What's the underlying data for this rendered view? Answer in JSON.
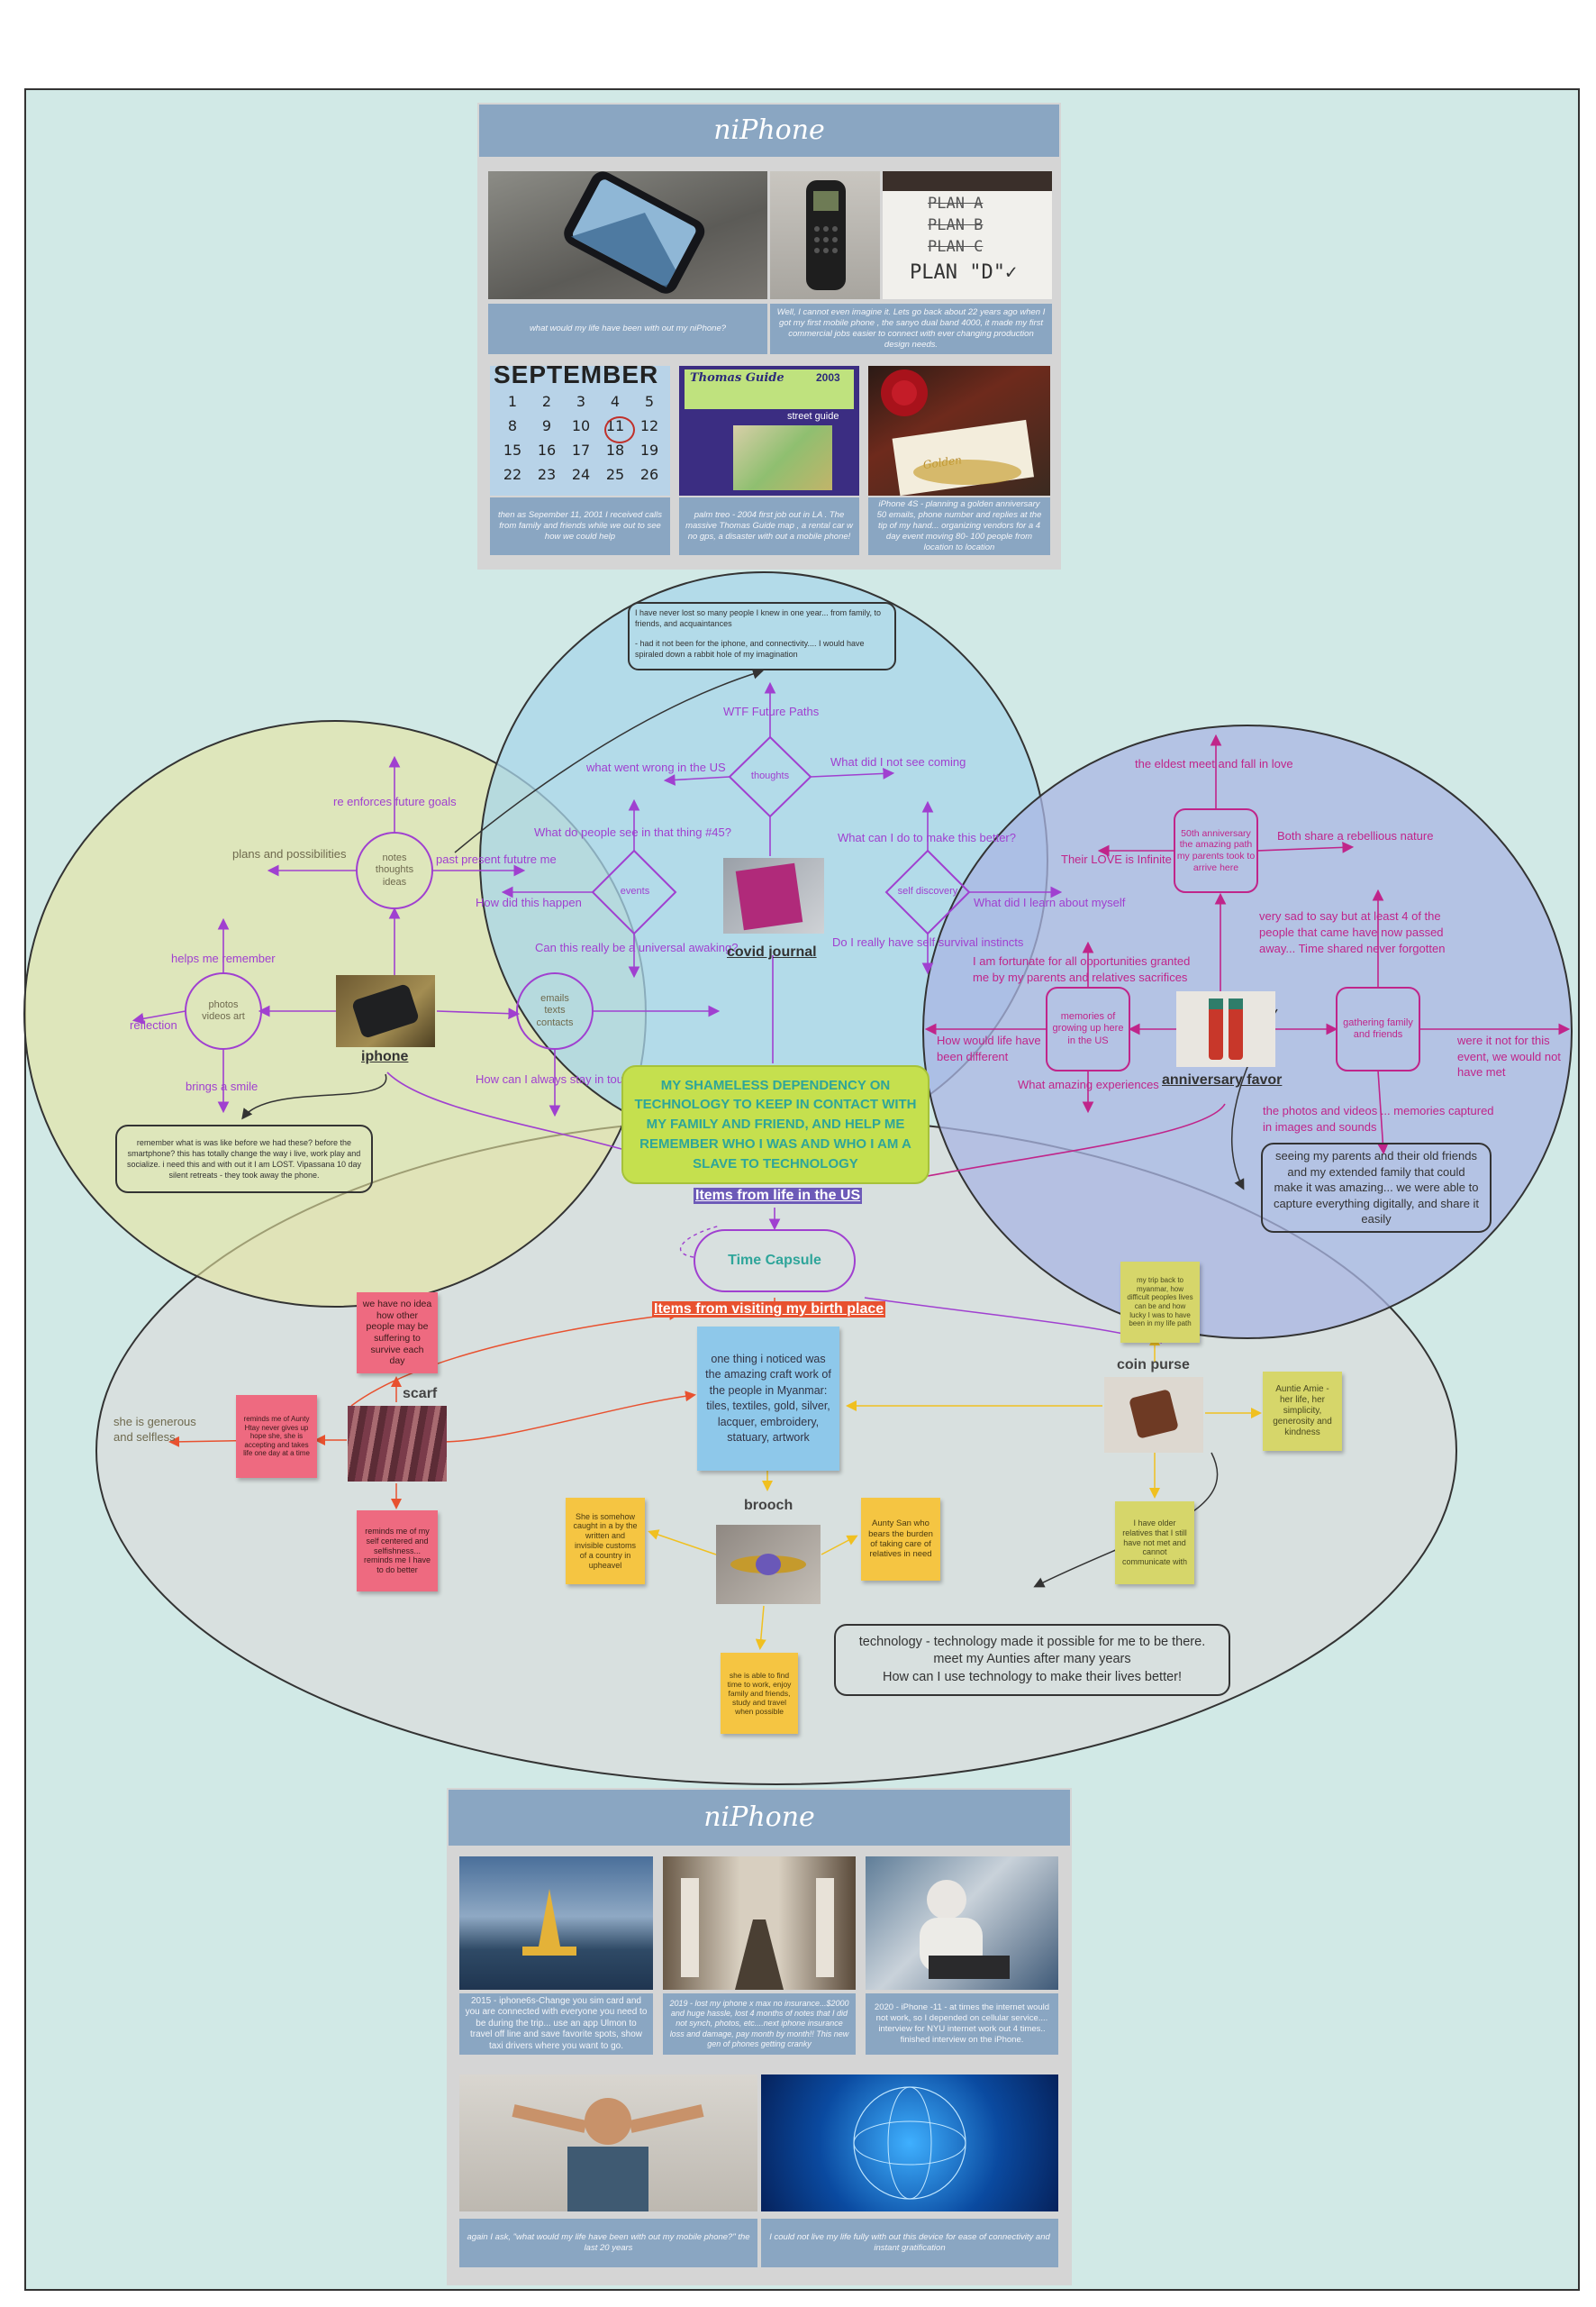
{
  "top_panel": {
    "title": "niPhone",
    "captions": [
      "what would my life have been with out my niPhone?",
      "Well, I cannot even imagine it. Lets go back about 22 years ago when I got my first mobile phone , the sanyo dual band 4000, it made my first commercial jobs easier to connect with ever changing production design needs.",
      "then as Sepember 11, 2001 I received calls from family and friends while we out to see how we could help",
      "palm treo - 2004 first job out in LA . The massive Thomas Guide map , a rental car w no gps, a disaster with out a mobile phone!",
      "iPhone 4S - planning a golden anniversary 50 emails, phone number and replies at the tip of my hand... organizing vendors for a 4 day event moving 80- 100 people from location to location"
    ],
    "photo_text": {
      "plan": [
        "PLAN A",
        "PLAN B",
        "PLAN C",
        "PLAN \"D\"✓"
      ],
      "calendar_month": "SEPTEMBER",
      "calendar_days": [
        "1",
        "2",
        "3",
        "4",
        "5",
        "8",
        "9",
        "10",
        "11",
        "12",
        "15",
        "16",
        "17",
        "18",
        "19",
        "22",
        "23",
        "24",
        "25",
        "26"
      ],
      "guide_title": "Thomas Guide",
      "guide_year": "2003",
      "guide_sub": "street guide"
    }
  },
  "central": {
    "title": "MY SHAMELESS DEPENDENCY ON TECHNOLOGY TO KEEP IN CONTACT WITH MY FAMILY AND FRIEND, AND HELP ME REMEMBER WHO I WAS AND WHO I AM A SLAVE TO TECHNOLOGY",
    "items_us": "Items from life in the US",
    "time_capsule": "Time  Capsule",
    "items_birth": "Items from visiting my birth place"
  },
  "covid": {
    "label": "covid journal",
    "top_note": [
      "I have never lost so many people I knew in one year... from family, to friends, and acquaintances",
      "- had it not been for the iphone, and connectivity.... I would have spiraled down a rabbit hole of my imagination"
    ],
    "nodes": [
      "thoughts",
      "events",
      "self discovery"
    ],
    "labels": {
      "wtf": "WTF Future Paths",
      "wrong": "what went wrong in the US",
      "not_see": "What did I not see coming",
      "see45": "What do people see in that thing #45?",
      "better": "What can I do to make this better?",
      "how": "How did this happen",
      "learn": "What did I learn about myself",
      "awaking": "Can this really be a universal awaking?",
      "survival": "Do I really have self survival instincts"
    }
  },
  "iphone": {
    "label": "iphone",
    "nodes": [
      "notes thoughts ideas",
      "photos videos art",
      "emails texts contacts"
    ],
    "labels": {
      "reinforces": "re enforces future goals",
      "plans": "plans and possibilities",
      "past": "past present fututre me",
      "helps": "helps me remember",
      "reflection": "reflection",
      "smile": "brings a smile",
      "stay": "How can I always stay in tou..."
    },
    "note": "remember what is was like before we had these? before the smartphone? this has totally change the way i live, work play and socialize.  i need this and with out it I am LOST. Vipassana 10 day silent retreats - they took away the phone."
  },
  "anniversary": {
    "label": "anniversary favor",
    "nodes": [
      "50th anniversary the amazing path my parents took to arrive here",
      "memories of growing up here in the US",
      "gathering family and friends"
    ],
    "labels": {
      "eldest": "the eldest meet and fall in love",
      "infinite": "Their LOVE is Infinite",
      "rebellious": "Both share a rebellious nature",
      "sad": "very sad to say but at least 4 of the people that came have now passed away... Time shared never forgotten",
      "fortunate": "I am fortunate for all  opportunities granted me by my parents and relatives sacrifices",
      "different": "How would life have been different",
      "amazing": "What amazing experiences",
      "not_for": "were it not for this event, we would not have met",
      "photos": "the photos and videos ... memories captured in images and sounds"
    },
    "note": "seeing my parents and their old friends and my extended family that could make it was amazing... we were able to capture everything digitally, and share it easily"
  },
  "birthplace": {
    "scarf": "scarf",
    "brooch": "brooch",
    "coin_purse": "coin purse",
    "generous": "she is generous and selfless",
    "craft_note": "one thing i noticed was the amazing craft work of the people in Myanmar: tiles, textiles, gold, silver, lacquer, embroidery, statuary, artwork",
    "stickies": {
      "no_idea": "we have no idea how other people may be suffering to survive each day",
      "reminds_aunty": "reminds me of Aunty Htay never gives up hope she, she is accepting and takes life one day at a time",
      "reminds_me": "reminds me of my self centered and selfishness... reminds me I have to do better",
      "somehow": "She is somehow caught in a by the written and invisible customs of a country in upheavel",
      "aunty_san": "Aunty San who bears the burden of taking care of relatives in need",
      "able": "she is able to find time to work, enjoy family and friends, study and travel when possible",
      "trip": "my trip back to myanmar, how difficult peoples lives can be and how lucky I was to have been in my life path",
      "amie": "Auntie Amie - her life, her simplicity, generosity and kindness",
      "relatives": "I have older relatives that I still have not met and cannot communicate with"
    },
    "tech_note": "technology - technology made it possible for me to be there. meet my Aunties after many years\nHow can I use technology to make their lives better!"
  },
  "bottom_panel": {
    "title": "niPhone",
    "captions": [
      "2015 - iphone6s-Change you sim card and you are connected with everyone you need to be during the trip... use an app Ulmon to travel off line and save favorite spots, show taxi drivers where you want to go.",
      "2019 - lost my iphone x max no insurance...$2000 and huge hassle, lost  4 months of notes that I did not synch, photos, etc....next iphone insurance loss and damage, pay month by month!! This new gen of phones getting cranky",
      "2020 - iPhone -11 -  at times the internet would not work, so I depended on cellular service.... interview for NYU internet work out 4 times.. finished interview on the iPhone.",
      "again I ask, \"what would my life have been with out my mobile phone?\" the last 20 years",
      "I could not live my life fully with out this device for ease of connectivity and instant gratification"
    ]
  },
  "colors": {
    "board": "#d1e9e6",
    "green_circle": "#dfe3b3",
    "blue_circle": "#a8d5ea",
    "purple_circle": "#aebce2",
    "purple_line": "#a040d0",
    "magenta_line": "#c0258a",
    "pink_sticky": "#ee6a80",
    "yellow_sticky": "#f5c542",
    "lime_sticky": "#d6d66a",
    "blue_sticky": "#8ec8ea"
  }
}
